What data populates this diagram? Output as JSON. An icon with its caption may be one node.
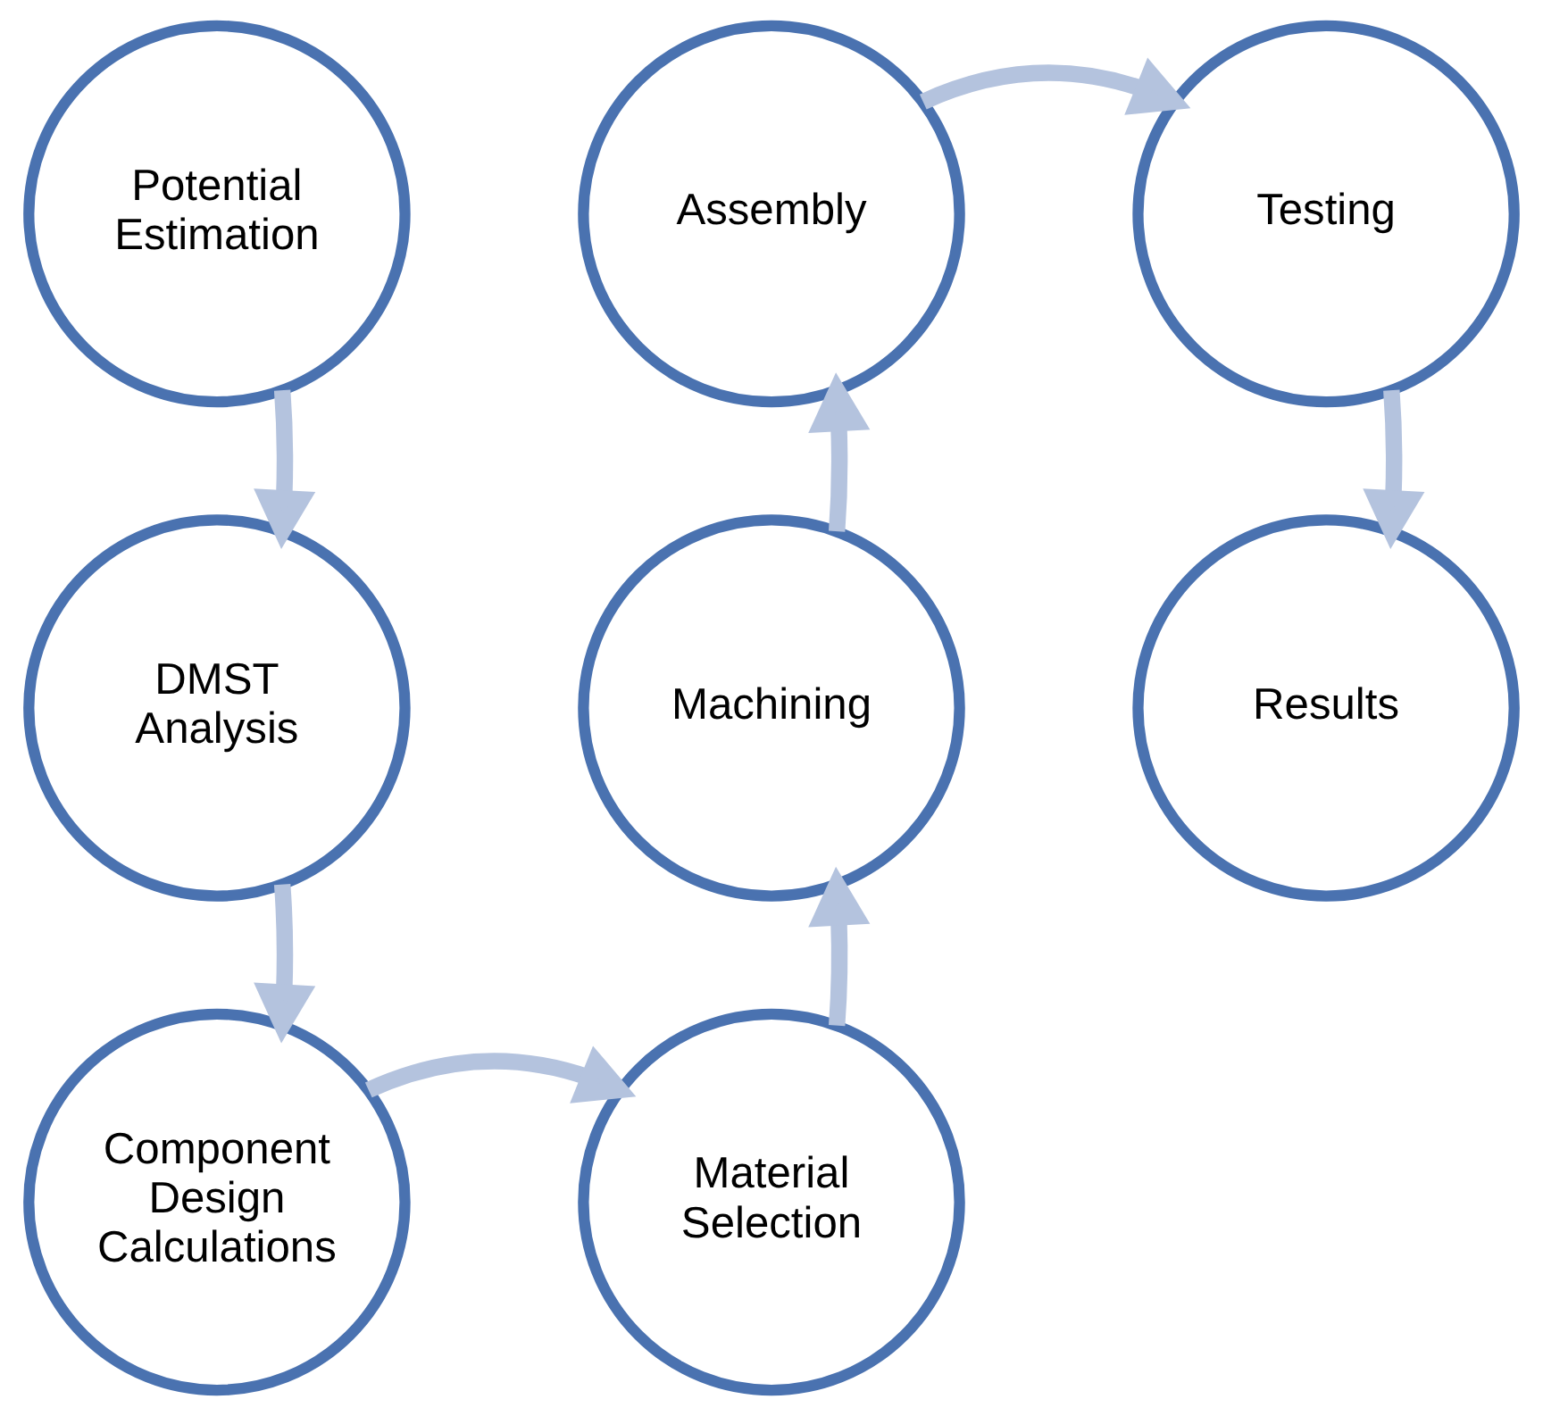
{
  "diagram": {
    "nodes": [
      {
        "text": [
          "Potential Estimation"
        ]
      },
      {
        "text": [
          "DMST Analysis"
        ]
      },
      {
        "text": [
          "Component Design Calculations"
        ]
      },
      {
        "text": [
          "Material Selection"
        ]
      },
      {
        "text": [
          "Machining"
        ]
      },
      {
        "text": [
          "Assembly"
        ]
      },
      {
        "text": [
          "Testing"
        ]
      },
      {
        "text": [
          "Results"
        ]
      }
    ],
    "edges": [
      {
        "from": 0,
        "to": 1,
        "arrow": "to"
      },
      {
        "from": 1,
        "to": 2,
        "arrow": "to"
      },
      {
        "from": 2,
        "to": 3,
        "arrow": "to"
      },
      {
        "from": 3,
        "to": 4,
        "arrow": "to"
      },
      {
        "from": 4,
        "to": 5,
        "arrow": "to"
      },
      {
        "from": 5,
        "to": 6,
        "arrow": "to"
      },
      {
        "from": 6,
        "to": 7,
        "arrow": "to"
      }
    ]
  }
}
